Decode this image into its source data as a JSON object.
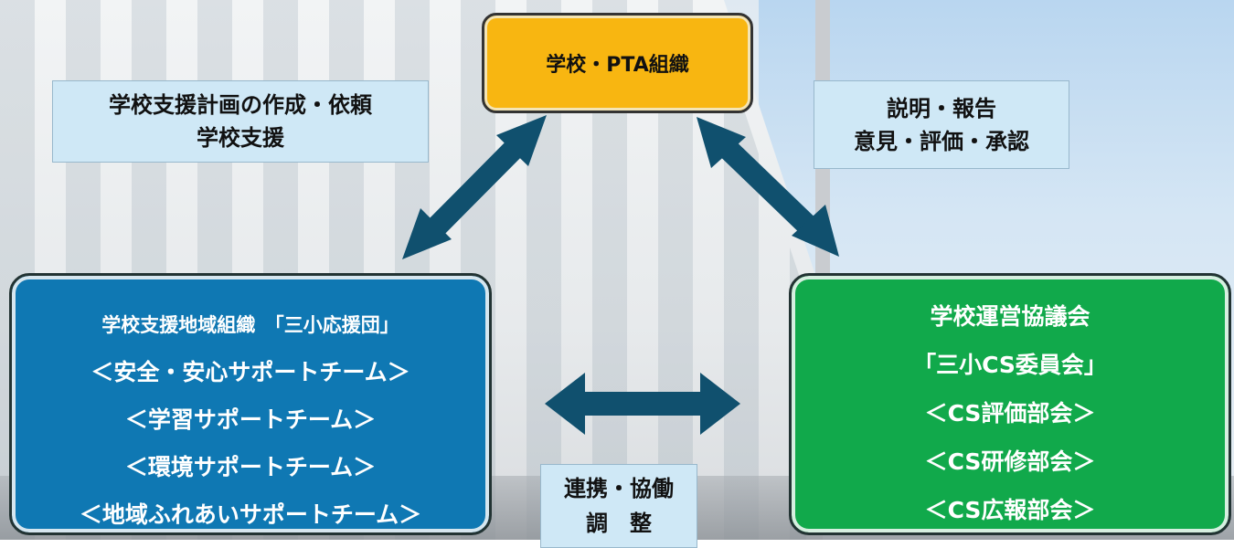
{
  "top_box": {
    "label": "学校・PTA組織"
  },
  "note_left": {
    "lines": [
      "学校支援計画の作成・依頼",
      "学校支援"
    ]
  },
  "note_right": {
    "lines": [
      "説明・報告",
      "意見・評価・承認"
    ]
  },
  "note_bottom": {
    "lines": [
      "連携・協働",
      "調　整"
    ]
  },
  "left_group": {
    "lines": [
      "学校支援地域組織　「三小応援団」",
      "＜安全・安心サポートチーム＞",
      "＜学習サポートチーム＞",
      "＜環境サポートチーム＞",
      "＜地域ふれあいサポートチーム＞"
    ]
  },
  "right_group": {
    "lines": [
      "学校運営協議会",
      "「三小CS委員会」",
      "＜CS評価部会＞",
      "＜CS研修部会＞",
      "＜CS広報部会＞"
    ]
  },
  "colors": {
    "top_box": "#f8b611",
    "left_group": "#0f78b3",
    "right_group": "#11a94b",
    "arrow": "#10506e",
    "note": "#cfe8f6"
  }
}
